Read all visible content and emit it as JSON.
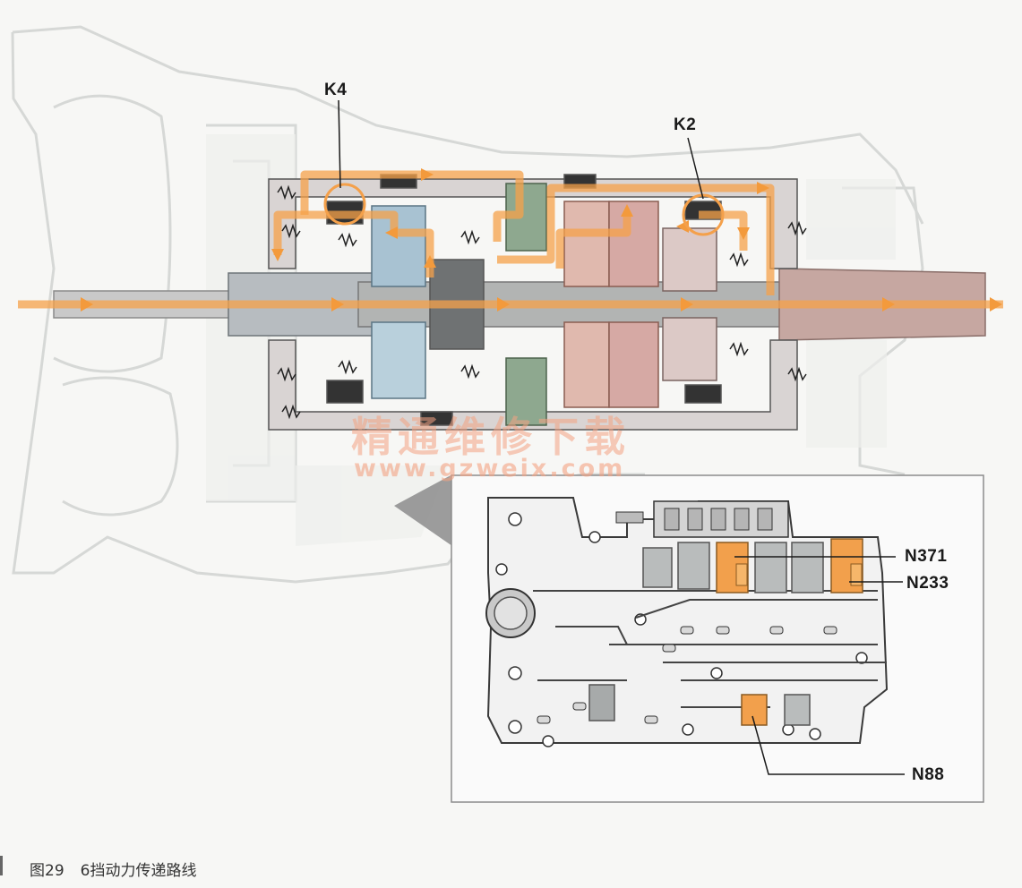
{
  "labels": {
    "k4": "K4",
    "k2": "K2",
    "n371": "N371",
    "n233": "N233",
    "n88": "N88"
  },
  "watermark": {
    "chinese": "精通维修下载",
    "url": "www.gzweix.com"
  },
  "caption": {
    "figure_number": "图29",
    "title": "6挡动力传递路线"
  },
  "colors": {
    "power_flow": "#f6a24a",
    "active_solenoid": "#f2a04c",
    "inactive_solenoid": "#b9bcbc",
    "watermark": "#f4a383"
  }
}
